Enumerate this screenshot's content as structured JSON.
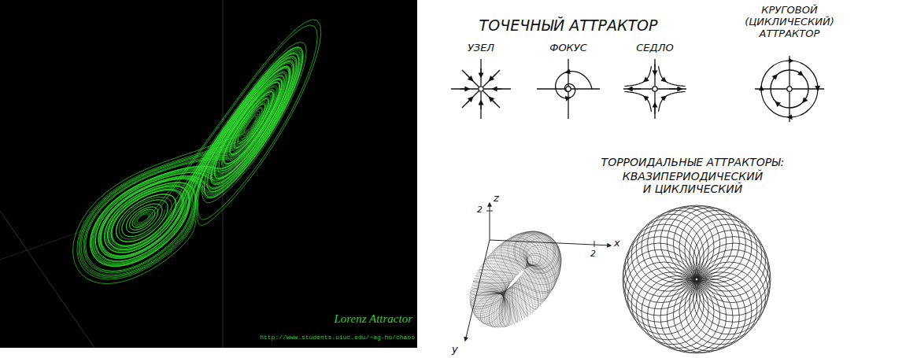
{
  "diagram": {
    "labels": [
      "ТОЧЕЧНЫЙ АТТРАКТОР",
      "УЗЕЛ",
      "ФОКУС",
      "СЕДЛО",
      "КРУГОВОЙ (ЦИКЛИЧЕСКИЙ) АТТРАКТОР",
      "ТОРРОИДАЛЬНЫЕ АТТРАКТОРЫ:",
      "КВАЗИПЕРИОДИЧЕСКИЙ И ЦИКЛИЧЕСКИЙ",
      "z",
      "2",
      "x",
      "2",
      "y",
      "Lorenz Attractor",
      "http://www.students.uiuc.edu/~ag-ho/chaos"
    ]
  }
}
